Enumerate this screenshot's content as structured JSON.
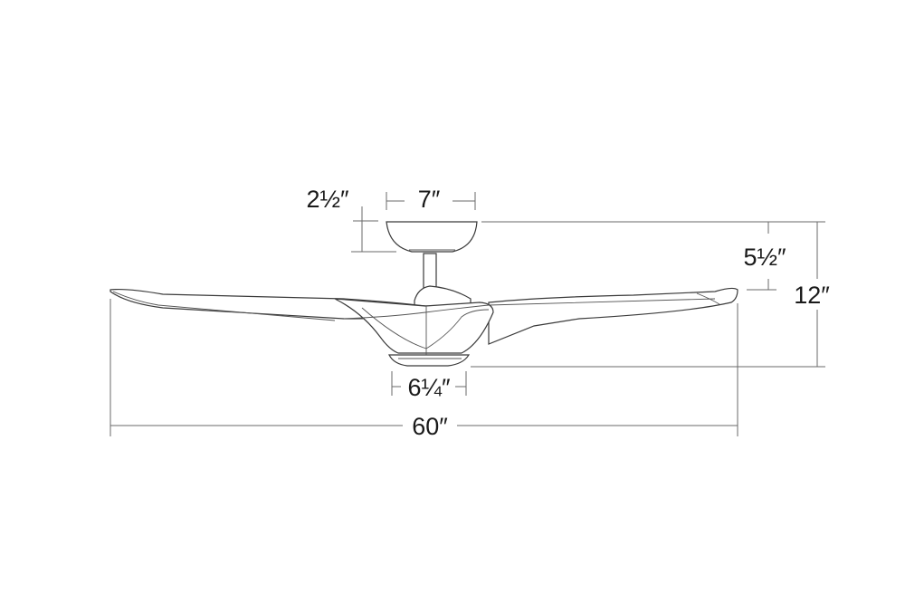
{
  "diagram": {
    "subject": "ceiling-fan-dimensions",
    "labels": {
      "canopy_width": "7″",
      "canopy_height": "2½″",
      "blade_to_ceiling": "5½″",
      "overall_height": "12″",
      "light_kit_width": "6¼″",
      "blade_span": "60″"
    },
    "colors": {
      "line": "#3a3a3a",
      "dimension": "#6a6a6a",
      "text": "#1a1a1a"
    }
  }
}
